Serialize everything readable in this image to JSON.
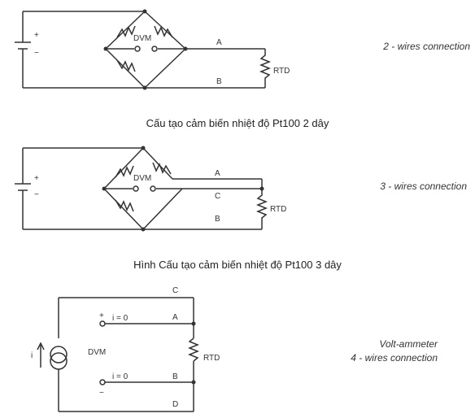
{
  "diagrams": [
    {
      "connection_label": "2 - wires connection",
      "caption": "Cấu tạo cảm biến nhiệt độ Pt100 2 dây",
      "meter_label": "DVM",
      "wire_labels": [
        "A",
        "B"
      ],
      "sensor_label": "RTD",
      "polarity": [
        "+",
        "−"
      ]
    },
    {
      "connection_label": "3 - wires connection",
      "caption": "Hình Cấu tạo cảm biến nhiệt độ Pt100 3 dây",
      "meter_label": "DVM",
      "wire_labels": [
        "A",
        "C",
        "B"
      ],
      "sensor_label": "RTD",
      "polarity": [
        "+",
        "−"
      ]
    },
    {
      "connection_label_line1": "Volt-ammeter",
      "connection_label_line2": "4 - wires connection",
      "meter_label": "DVM",
      "current_label": "i",
      "wire_labels": [
        "C",
        "A",
        "B",
        "D"
      ],
      "sensor_label": "RTD",
      "zero_current_labels": [
        "i = 0",
        "i = 0"
      ],
      "polarity": [
        "+",
        "−"
      ]
    }
  ]
}
